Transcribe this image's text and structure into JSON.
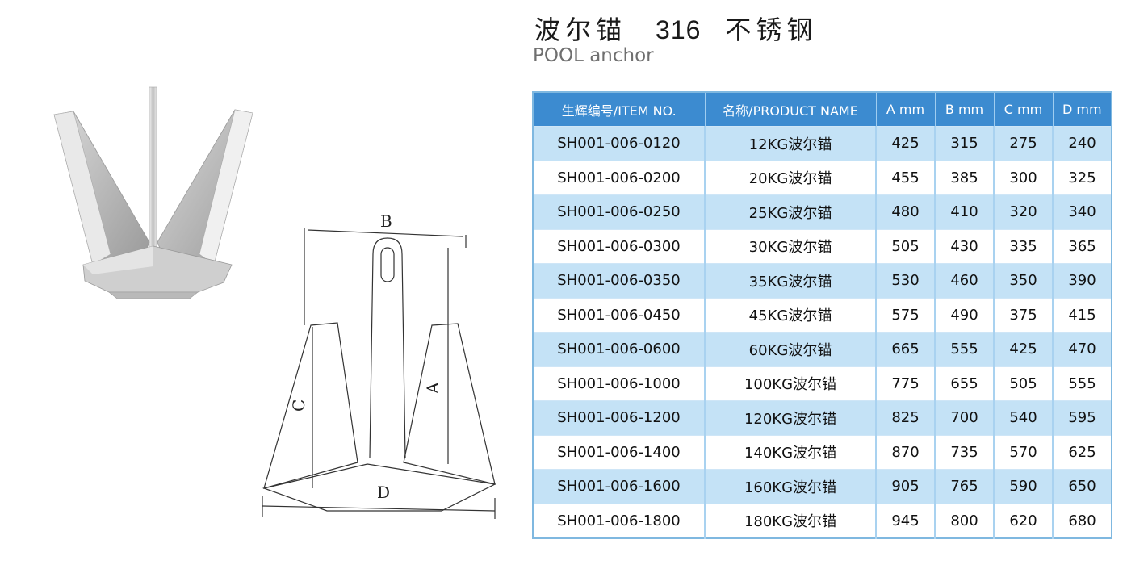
{
  "header": {
    "title_cn": "波尔锚",
    "title_grade": "316",
    "title_material": "不锈钢",
    "subtitle": "POOL anchor"
  },
  "drawing": {
    "labels": {
      "a": "A",
      "b": "B",
      "c": "C",
      "d": "D"
    }
  },
  "table": {
    "headers": [
      "生辉编号/ITEM NO.",
      "名称/PRODUCT NAME",
      "A mm",
      "B mm",
      "C mm",
      "D mm"
    ],
    "rows": [
      [
        "SH001-006-0120",
        "12KG波尔锚",
        "425",
        "315",
        "275",
        "240"
      ],
      [
        "SH001-006-0200",
        "20KG波尔锚",
        "455",
        "385",
        "300",
        "325"
      ],
      [
        "SH001-006-0250",
        "25KG波尔锚",
        "480",
        "410",
        "320",
        "340"
      ],
      [
        "SH001-006-0300",
        "30KG波尔锚",
        "505",
        "430",
        "335",
        "365"
      ],
      [
        "SH001-006-0350",
        "35KG波尔锚",
        "530",
        "460",
        "350",
        "390"
      ],
      [
        "SH001-006-0450",
        "45KG波尔锚",
        "575",
        "490",
        "375",
        "415"
      ],
      [
        "SH001-006-0600",
        "60KG波尔锚",
        "665",
        "555",
        "425",
        "470"
      ],
      [
        "SH001-006-1000",
        "100KG波尔锚",
        "775",
        "655",
        "505",
        "555"
      ],
      [
        "SH001-006-1200",
        "120KG波尔锚",
        "825",
        "700",
        "540",
        "595"
      ],
      [
        "SH001-006-1400",
        "140KG波尔锚",
        "870",
        "735",
        "570",
        "625"
      ],
      [
        "SH001-006-1600",
        "160KG波尔锚",
        "905",
        "765",
        "590",
        "650"
      ],
      [
        "SH001-006-1800",
        "180KG波尔锚",
        "945",
        "800",
        "620",
        "680"
      ]
    ]
  },
  "colors": {
    "header_bg": "#3c8bd0",
    "row_alt_bg": "#c4e2f6",
    "border": "#7fb8e0"
  }
}
